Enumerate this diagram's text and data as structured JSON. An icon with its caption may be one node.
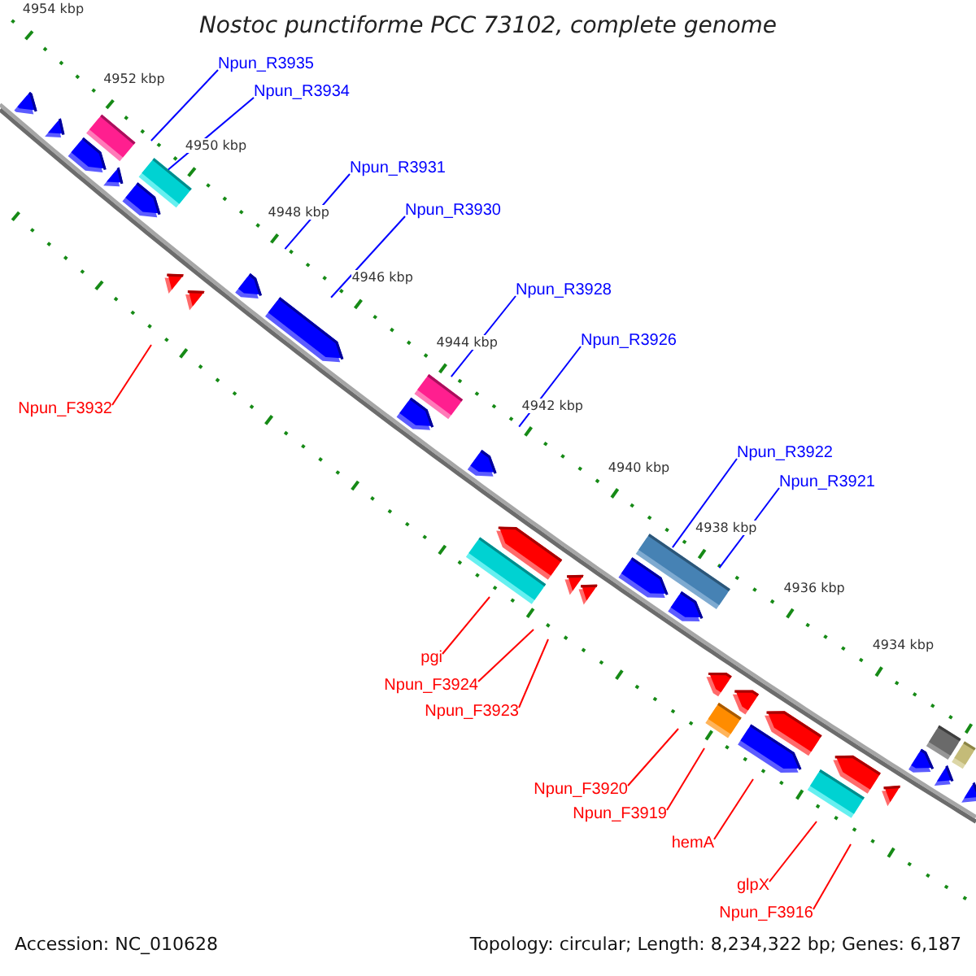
{
  "diagram": {
    "title": "Nostoc punctiforme PCC 73102, complete genome",
    "nodes": [
      {
        "text": [
          "Npun_R3935"
        ]
      },
      {
        "text": [
          "Npun_R3934"
        ]
      },
      {
        "text": [
          "Npun_R3931"
        ]
      },
      {
        "text": [
          "Npun_R3930"
        ]
      },
      {
        "text": [
          "Npun_R3928"
        ]
      },
      {
        "text": [
          "Npun_R3926"
        ]
      },
      {
        "text": [
          "Npun_F3932"
        ]
      },
      {
        "text": [
          "Npun_R3922"
        ]
      },
      {
        "text": [
          "Npun_R3921"
        ]
      },
      {
        "text": [
          "pgi"
        ]
      },
      {
        "text": [
          "Npun_F3924"
        ]
      },
      {
        "text": [
          "Npun_F3923"
        ]
      },
      {
        "text": [
          "Npun_F3920"
        ]
      },
      {
        "text": [
          "Npun_F3919"
        ]
      },
      {
        "text": [
          "hemA"
        ]
      },
      {
        "text": [
          "glpX"
        ]
      },
      {
        "text": [
          "Npun_F3916"
        ]
      }
    ],
    "edges": [
      {
        "from": 0,
        "to": null,
        "arrow": "none",
        "color": "#0000ff"
      },
      {
        "from": 1,
        "to": null,
        "arrow": "none",
        "color": "#0000ff"
      },
      {
        "from": 2,
        "to": null,
        "arrow": "none",
        "color": "#0000ff"
      },
      {
        "from": 3,
        "to": null,
        "arrow": "none",
        "color": "#0000ff"
      },
      {
        "from": 4,
        "to": null,
        "arrow": "none",
        "color": "#0000ff"
      },
      {
        "from": 5,
        "to": null,
        "arrow": "none",
        "color": "#0000ff"
      },
      {
        "from": 6,
        "to": null,
        "arrow": "none"
      },
      {
        "from": 7,
        "to": null,
        "arrow": "none",
        "color": "#0000ff"
      },
      {
        "from": 8,
        "to": null,
        "arrow": "none",
        "color": "#0000ff"
      },
      {
        "from": 9,
        "to": null,
        "arrow": "none"
      },
      {
        "from": 10,
        "to": null,
        "arrow": "none"
      },
      {
        "from": 11,
        "to": null,
        "arrow": "none"
      },
      {
        "from": 12,
        "to": null,
        "arrow": "none"
      },
      {
        "from": 13,
        "to": null,
        "arrow": "none"
      },
      {
        "from": 14,
        "to": null,
        "arrow": "none"
      },
      {
        "from": 15,
        "to": null,
        "arrow": "none"
      },
      {
        "from": 16,
        "to": null,
        "arrow": "none"
      }
    ],
    "labels": [
      "4954 kbp",
      "4952 kbp",
      "4950 kbp",
      "4948 kbp",
      "4946 kbp",
      "4944 kbp",
      "4942 kbp",
      "4940 kbp",
      "4938 kbp",
      "4936 kbp",
      "4934 kbp",
      "Accession: NC_010628",
      "Topology: circular; Length: 8,234,322 bp; Genes: 6,187"
    ]
  }
}
